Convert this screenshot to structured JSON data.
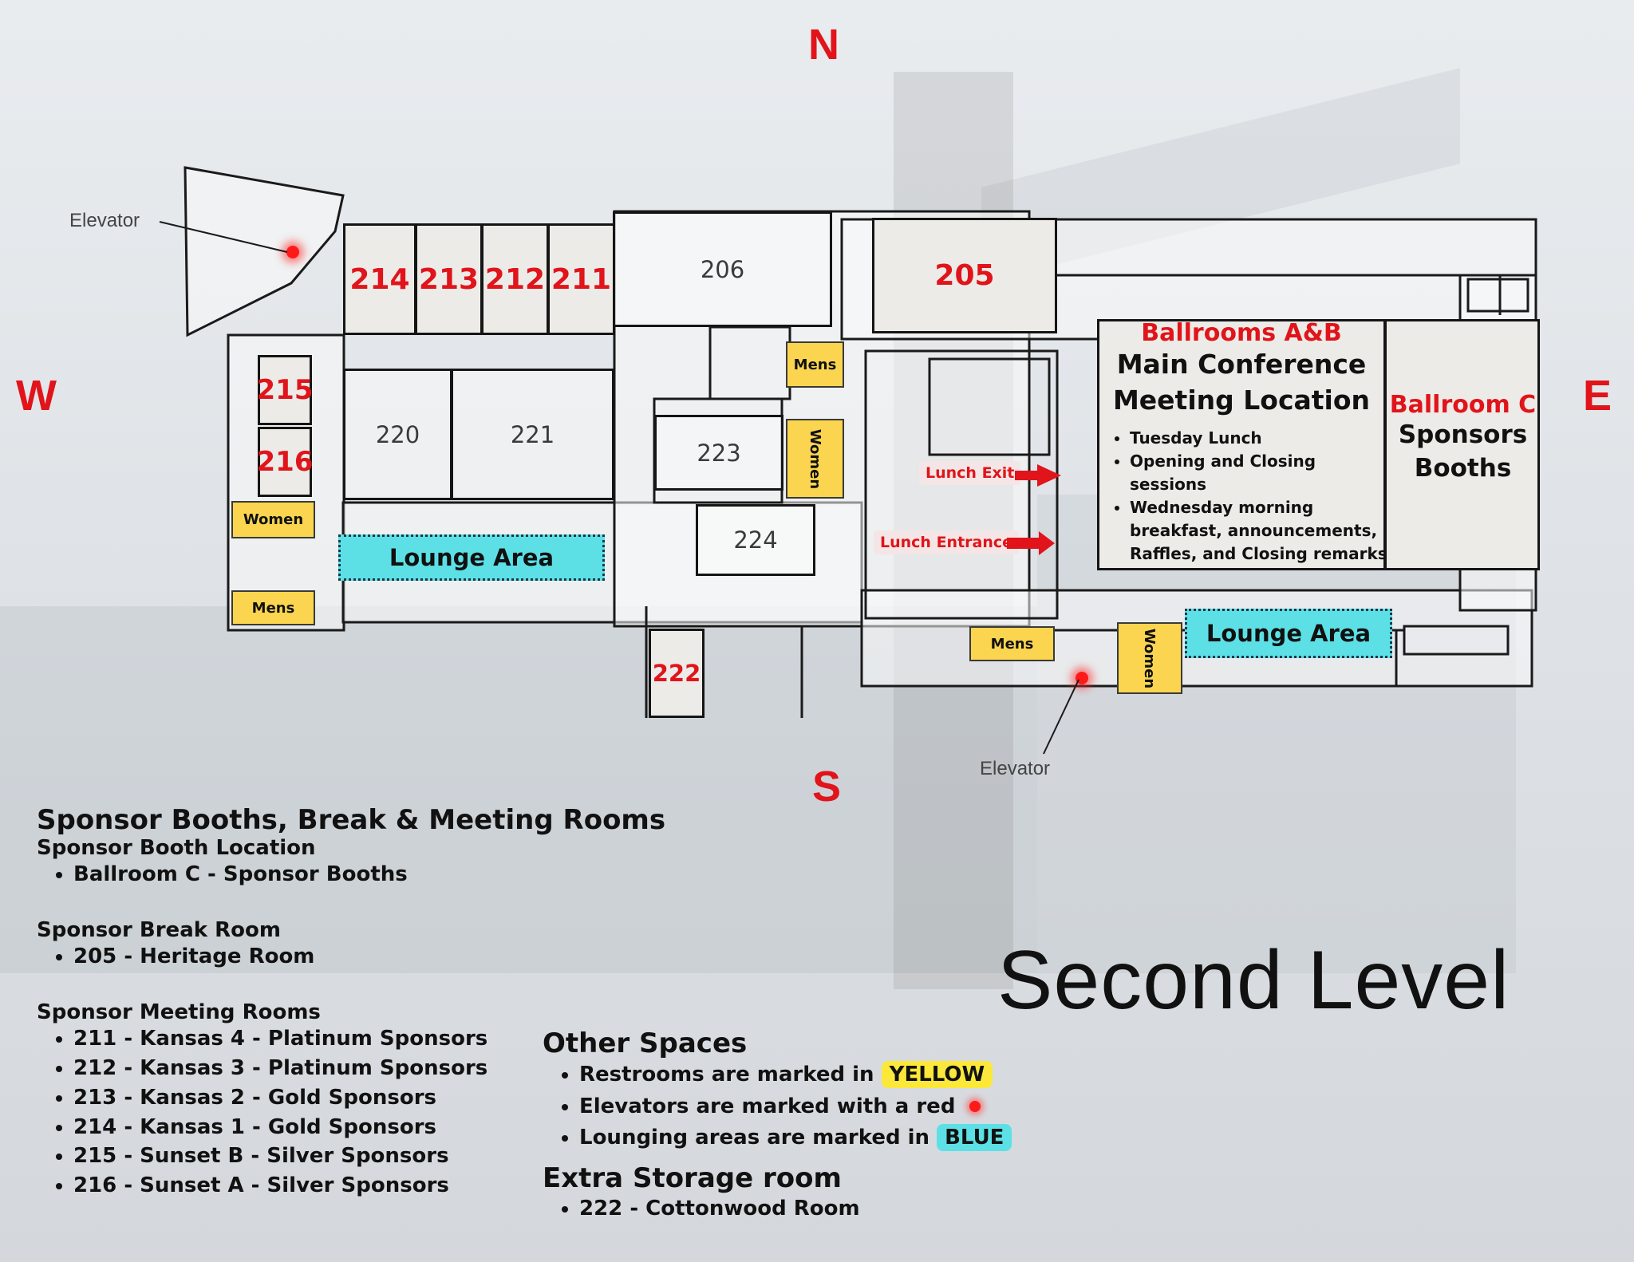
{
  "compass": {
    "north": "N",
    "south": "S",
    "east": "E",
    "west": "W"
  },
  "title": "Second Level",
  "rooms": {
    "r214": "214",
    "r213": "213",
    "r212": "212",
    "r211": "211",
    "r206": "206",
    "r205": "205",
    "r215": "215",
    "r216": "216",
    "r220": "220",
    "r221": "221",
    "r223": "223",
    "r224": "224",
    "r222": "222"
  },
  "restrooms": {
    "mens_top": "Mens",
    "women_center": "Women",
    "women_west": "Women",
    "mens_west": "Mens",
    "mens_south": "Mens",
    "women_south": "Women"
  },
  "lounges": {
    "west": "Lounge Area",
    "east": "Lounge Area"
  },
  "elevators": {
    "northwest": "Elevator",
    "south": "Elevator"
  },
  "lunch": {
    "exit": "Lunch Exit",
    "entrance": "Lunch Entrance"
  },
  "ballroom_ab": {
    "name": "Ballrooms A&B",
    "subtitle_1": "Main Conference",
    "subtitle_2": "Meeting Location",
    "items": [
      "Tuesday Lunch",
      "Opening and Closing sessions",
      "Wednesday morning breakfast, announcements, Raffles, and Closing remarks"
    ]
  },
  "ballroom_c": {
    "name": "Ballroom C",
    "line_1": "Sponsors",
    "line_2": "Booths"
  },
  "info": {
    "heading": "Sponsor Booths, Break & Meeting Rooms",
    "booth_heading": "Sponsor Booth Location",
    "booth_items": [
      "Ballroom C - Sponsor Booths"
    ],
    "break_heading": "Sponsor Break Room",
    "break_items": [
      "205 - Heritage Room"
    ],
    "meeting_heading": "Sponsor Meeting Rooms",
    "meeting_items": [
      "211 - Kansas 4 - Platinum Sponsors",
      "212 - Kansas 3 - Platinum Sponsors",
      "213 - Kansas 2 - Gold Sponsors",
      "214 - Kansas 1 - Gold Sponsors",
      "215 - Sunset B - Silver Sponsors",
      "216 - Sunset A - Silver Sponsors"
    ]
  },
  "other": {
    "heading": "Other Spaces",
    "restrooms_text": "Restrooms are marked in",
    "restrooms_chip": "YELLOW",
    "elevators_text": "Elevators are marked with a red",
    "lounging_text": "Lounging areas are marked in",
    "lounging_chip": "BLUE",
    "storage_heading": "Extra Storage room",
    "storage_items": [
      "222 - Cottonwood Room"
    ]
  },
  "colors": {
    "red": "#e0141a",
    "restroom_yellow": "#fbd54f",
    "lounge_blue": "#5ce0e6"
  }
}
